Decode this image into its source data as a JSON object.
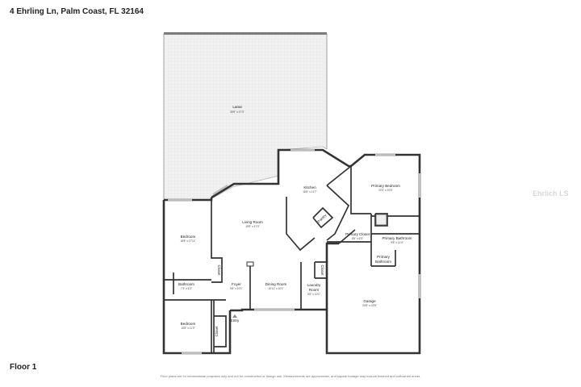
{
  "header": {
    "address": "4 Ehrling Ln, Palm Coast, FL 32164"
  },
  "footer": {
    "floor_label": "Floor 1",
    "disclaimer": "Floor plans are for informational purposes only and not for construction or design use. Measurements are approximate, and square footage may include finished and unfinished areas."
  },
  "watermark": "Ehrlich LS",
  "rooms": {
    "lanai": {
      "name": "Lanai",
      "dims": "35'9\" x 37'3\""
    },
    "kitchen": {
      "name": "Kitchen",
      "dims": "16'5\" x 21'7\""
    },
    "pantry": {
      "name": "Pantry"
    },
    "primary_bedroom": {
      "name": "Primary Bedroom",
      "dims": "20'3\" x 19'5\""
    },
    "bedroom1": {
      "name": "Bedroom",
      "dims": "18'8\" x 17'11\""
    },
    "living_room": {
      "name": "Living Room",
      "dims": "19'5\" x 17'3\""
    },
    "primary_closet": {
      "name": "Primary Closet",
      "dims": "8'5\" x 6'5\""
    },
    "primary_bathroom": {
      "name": "Primary Bathroom",
      "dims": "9'8\" x 11'4\""
    },
    "primary_bathroom2": {
      "name1": "Primary",
      "name2": "Bathroom"
    },
    "closet1": {
      "name": "Closet"
    },
    "closet2": {
      "name": "Closet"
    },
    "closet3": {
      "name": "Closet"
    },
    "bathroom": {
      "name": "Bathroom",
      "dims": "7'3\" x 6'3\""
    },
    "foyer": {
      "name": "Foyer",
      "dims": "5'8\" x 10'1\""
    },
    "dining_room": {
      "name": "Dining Room",
      "dims": "10'11\" x 10'1\""
    },
    "laundry": {
      "name1": "Laundry",
      "name2": "Room",
      "dims": "5'8\" x 10'1\""
    },
    "garage": {
      "name": "Garage",
      "dims": "20'8\" x 23'8\""
    },
    "bedroom2": {
      "name": "Bedroom",
      "dims": "15'8\" x 11'3\""
    },
    "entry": {
      "name": "Entry"
    }
  }
}
